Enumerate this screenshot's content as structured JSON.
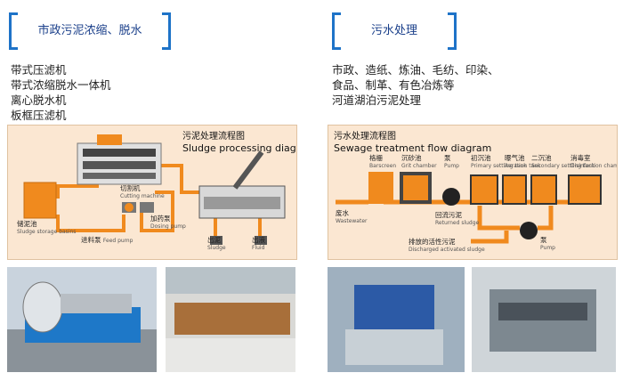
{
  "left": {
    "heading": "市政污泥浓缩、脱水",
    "items": [
      "带式压滤机",
      "带式浓缩脱水一体机",
      "离心脱水机",
      "板框压滤机"
    ],
    "diagram": {
      "title_cn": "污泥处理流程图",
      "title_en": "Sludge processing diagram",
      "labels": {
        "storage_cn": "储泥池",
        "storage_en": "Sludge storage basins",
        "cutting_cn": "切割机",
        "cutting_en": "Cutting machine",
        "dosing_cn": "加药泵",
        "dosing_en": "Dosing pump",
        "feed_cn": "进料泵",
        "feed_en": "Feed pump",
        "sludge_cn": "出泥",
        "sludge_en": "Sludge",
        "fluid_cn": "出液",
        "fluid_en": "Fluid"
      }
    }
  },
  "right": {
    "heading": "污水处理",
    "items": [
      "市政、造纸、炼油、毛纺、印染、",
      "食品、制革、有色冶炼等",
      "河道湖泊污泥处理"
    ],
    "diagram": {
      "title_cn": "污水处理流程图",
      "title_en": "Sewage treatment flow diagram",
      "labels": {
        "bar_cn": "格栅",
        "bar_en": "Barscreen",
        "grit_cn": "沉砂池",
        "grit_en": "Grit chamber",
        "pump_cn": "泵",
        "pump_en": "Pump",
        "primary_cn": "初沉池",
        "primary_en": "Primary settling tank",
        "aeration_cn": "曝气池",
        "aeration_en": "Aeration tank",
        "secondary_cn": "二沉池",
        "secondary_en": "Secondary settling tank",
        "disinfect_cn": "消毒室",
        "disinfect_en": "Disinfection chamber",
        "waste_cn": "废水",
        "waste_en": "Wastewater",
        "returned_cn": "回流污泥",
        "returned_en": "Returned sludge",
        "discharged_cn": "排放的活性污泥",
        "discharged_en": "Discharged activated sludge",
        "pump2_cn": "泵",
        "pump2_en": "Pump"
      }
    }
  },
  "colors": {
    "accent": "#1e73c8",
    "orange": "#f08a1e",
    "diagram_bg": "#fbe7d2"
  }
}
